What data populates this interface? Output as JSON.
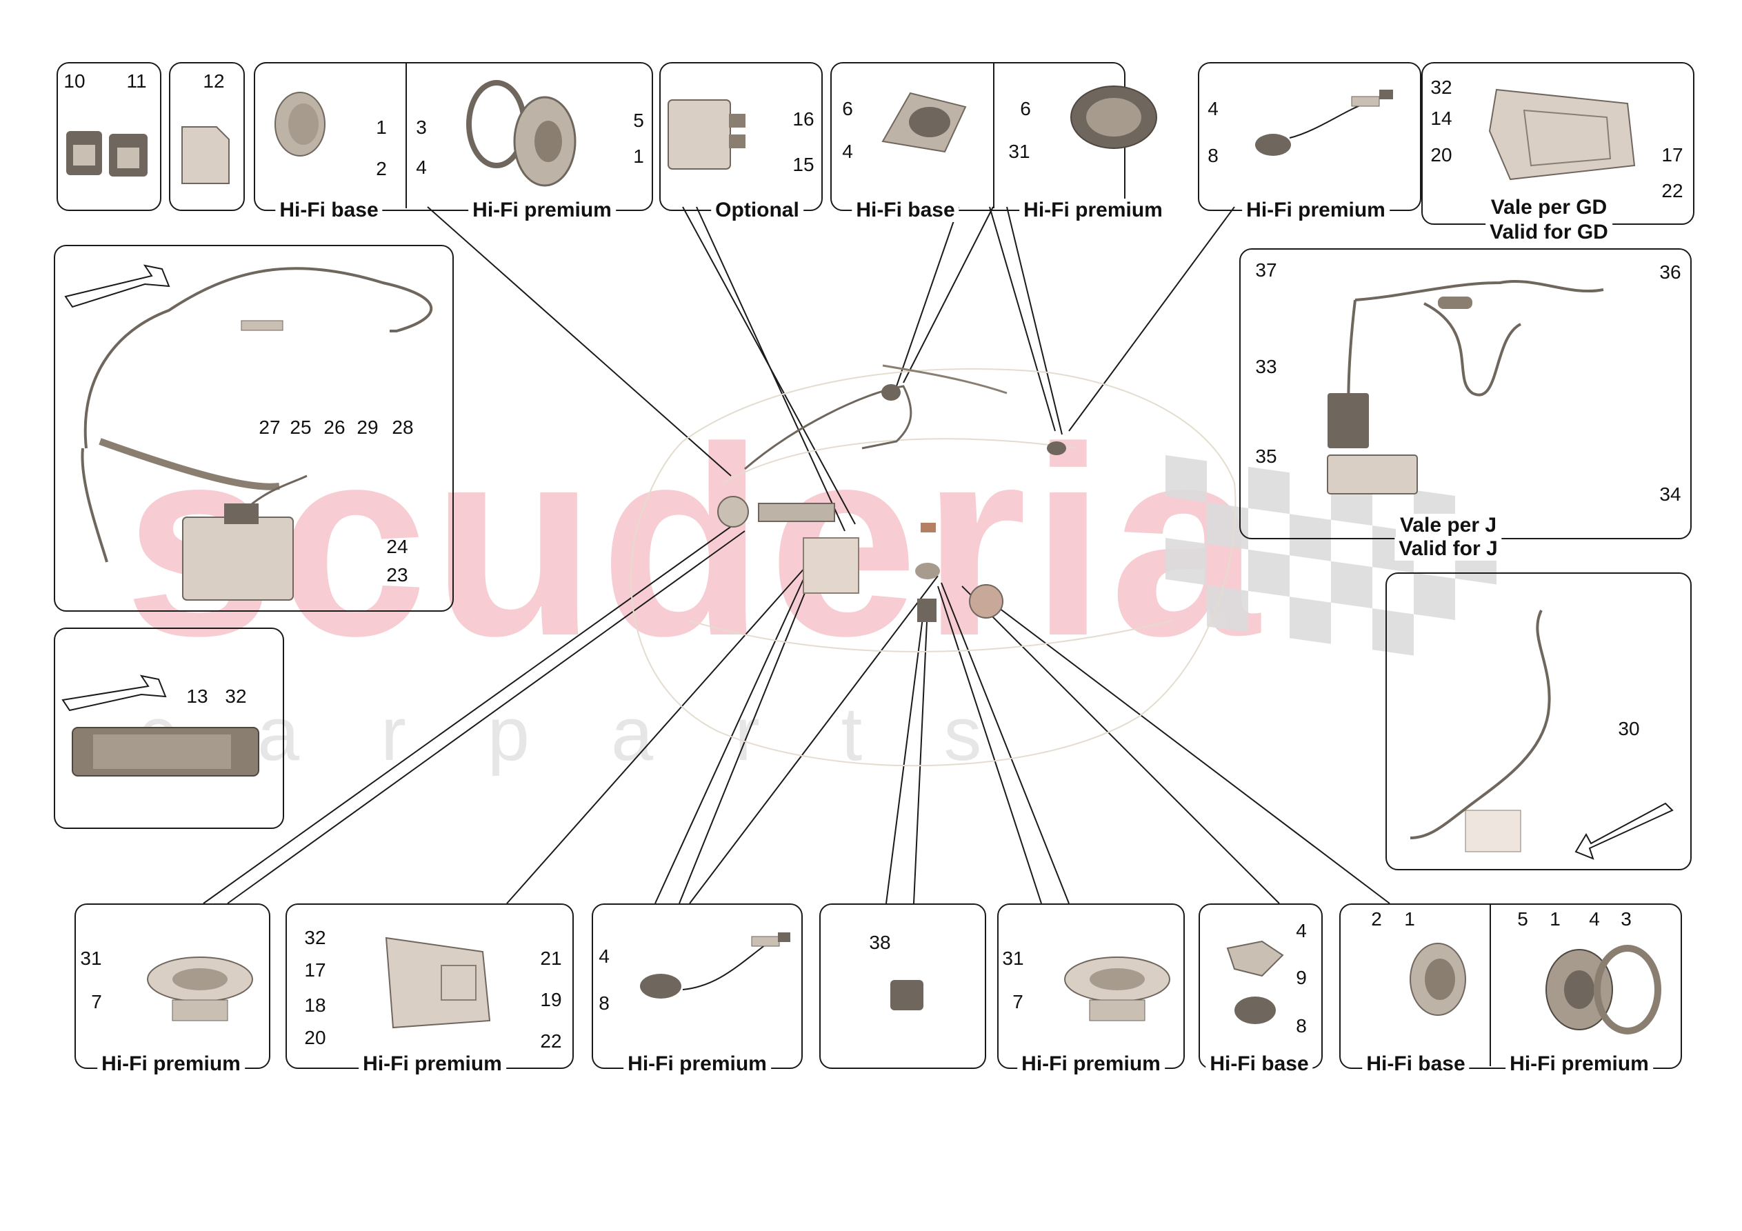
{
  "watermark": {
    "main": "scuderia",
    "sub": "carparts"
  },
  "captions": {
    "hifi_base": "Hi-Fi base",
    "hifi_premium": "Hi-Fi premium",
    "optional": "Optional",
    "vale_gd": "Vale per GD",
    "valid_gd": "Valid for GD",
    "vale_j": "Vale per J",
    "valid_j": "Valid for J"
  },
  "numbers": {
    "n1": "1",
    "n2": "2",
    "n3": "3",
    "n4": "4",
    "n5": "5",
    "n6": "6",
    "n7": "7",
    "n8": "8",
    "n9": "9",
    "n10": "10",
    "n11": "11",
    "n12": "12",
    "n13": "13",
    "n14": "14",
    "n15": "15",
    "n16": "16",
    "n17": "17",
    "n18": "18",
    "n19": "19",
    "n20": "20",
    "n21": "21",
    "n22": "22",
    "n23": "23",
    "n24": "24",
    "n25": "25",
    "n26": "26",
    "n27": "27",
    "n28": "28",
    "n29": "29",
    "n30": "30",
    "n31": "31",
    "n32": "32",
    "n33": "33",
    "n34": "34",
    "n35": "35",
    "n36": "36",
    "n37": "37",
    "n38": "38"
  },
  "colors": {
    "line": "#1a1a1a",
    "part": "#c9bfb3",
    "part_dark": "#6f665d",
    "watermark": "#f7cdd3"
  },
  "icons": [
    "speaker-icon",
    "amplifier-icon",
    "usb-port-icon",
    "sd-card-icon",
    "arrow-icon",
    "antenna-icon",
    "bracket-icon",
    "wiring-harness-icon"
  ]
}
